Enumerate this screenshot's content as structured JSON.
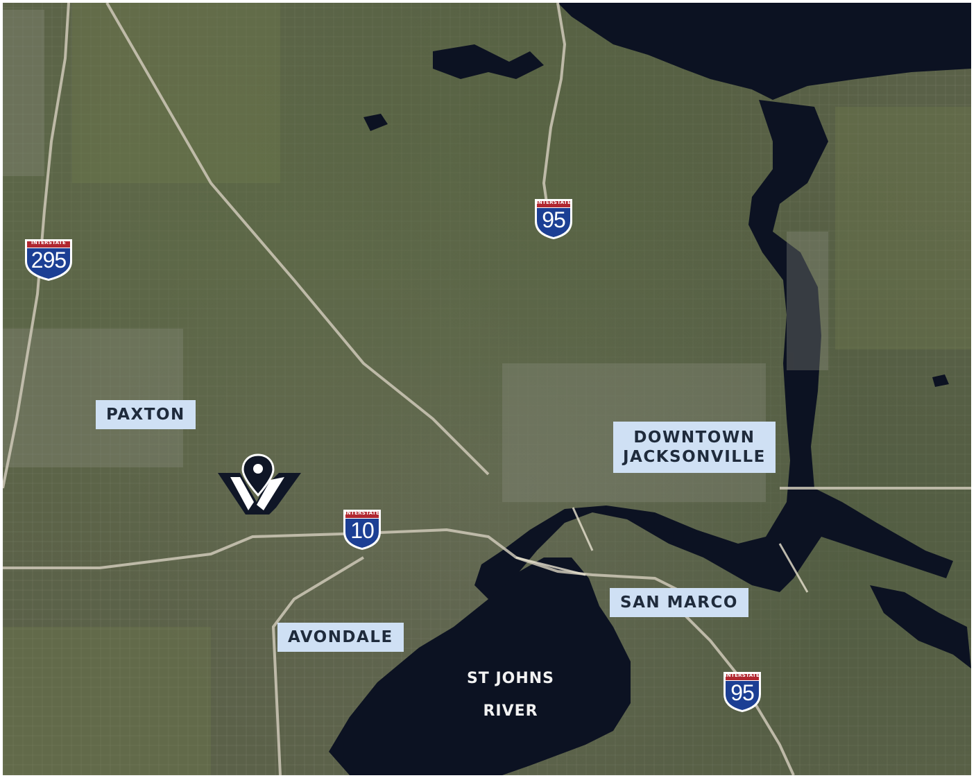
{
  "map": {
    "style": "satellite",
    "colors": {
      "label_bg": "#cfe0f4",
      "label_text": "#1f2b3c",
      "water": "#0c1222",
      "shield_blue": "#1c3f94",
      "shield_red": "#b12730",
      "marker": "#0f1626"
    }
  },
  "labels": {
    "paxton": "PAXTON",
    "downtown_line1": "DOWNTOWN",
    "downtown_line2": "JACKSONVILLE",
    "san_marco": "SAN MARCO",
    "avondale": "AVONDALE",
    "river_line1": "ST JOHNS",
    "river_line2": "RIVER"
  },
  "shields": [
    {
      "banner": "INTERSTATE",
      "number": "295"
    },
    {
      "banner": "INTERSTATE",
      "number": "95"
    },
    {
      "banner": "INTERSTATE",
      "number": "10"
    },
    {
      "banner": "INTERSTATE",
      "number": "95"
    }
  ],
  "marker": {
    "icon": "location-pin-logo-icon"
  }
}
